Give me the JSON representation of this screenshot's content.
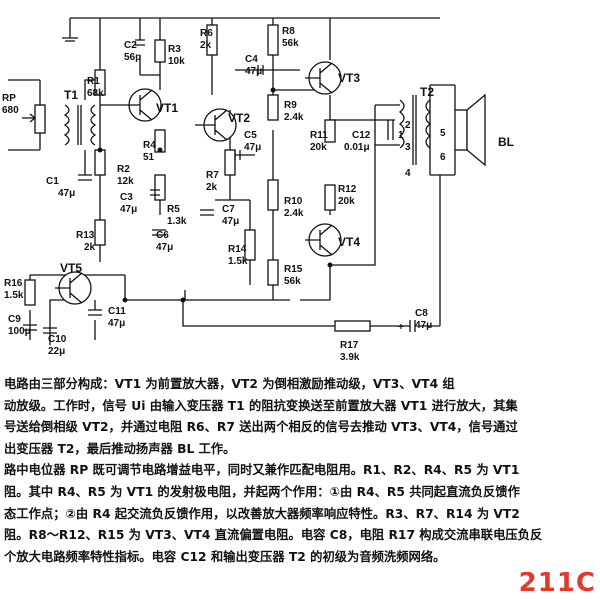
{
  "diagram": {
    "labels": {
      "rp": "RP",
      "rp_val": "680",
      "t1": "T1",
      "t2": "T2",
      "r1": "R1",
      "r1_val": "68k",
      "r2": "R2",
      "r2_val": "12k",
      "r3": "R3",
      "r3_val": "10k",
      "r4": "R4",
      "r4_val": "51",
      "r5": "R5",
      "r5_val": "1.3k",
      "r6": "R6",
      "r6_val": "2k",
      "r7": "R7",
      "r7_val": "2k",
      "r8": "R8",
      "r8_val": "56k",
      "r9": "R9",
      "r9_val": "2.4k",
      "r10": "R10",
      "r10_val": "2.4k",
      "r11": "R11",
      "r11_val": "20k",
      "r12": "R12",
      "r12_val": "20k",
      "r13": "R13",
      "r13_val": "2k",
      "r14": "R14",
      "r14_val": "1.5k",
      "r15": "R15",
      "r15_val": "56k",
      "r16": "R16",
      "r16_val": "1.5k",
      "r17": "R17",
      "r17_val": "3.9k",
      "c1": "C1",
      "c1_val": "47μ",
      "c2": "C2",
      "c2_val": "56p",
      "c3": "C3",
      "c3_val": "47μ",
      "c4": "C4",
      "c4_val": "47μ",
      "c5": "C5",
      "c5_val": "47μ",
      "c6": "C6",
      "c6_val": "47μ",
      "c7": "C7",
      "c7_val": "47μ",
      "c8": "C8",
      "c8_val": "47μ",
      "c9": "C9",
      "c9_val": "100μ",
      "c10": "C10",
      "c10_val": "22μ",
      "c11": "C11",
      "c11_val": "47μ",
      "c12": "C12",
      "c12_val": "0.01μ",
      "vt1": "VT1",
      "vt2": "VT2",
      "vt3": "VT3",
      "vt4": "VT4",
      "vt5": "VT5",
      "bl": "BL",
      "pin1": "1",
      "pin2": "2",
      "pin3": "3",
      "pin4": "4",
      "pin5": "5",
      "pin6": "6",
      "plus": "+"
    }
  },
  "description": {
    "lines": [
      "电路由三部分构成：VT1 为前置放大器，VT2 为倒相激励推动级，VT3、VT4 组",
      "动放级。工作时，信号 Ui 由输入变压器 T1 的阻抗变换送至前置放大器 VT1 进行放大，其集",
      "号送给倒相级 VT2，并通过电阻 R6、R7 送出两个相反的信号去推动 VT3、VT4，信号通过",
      "出变压器 T2，最后推动扬声器 BL 工作。",
      "路中电位器 RP 既可调节电路增益电平，同时又兼作匹配电阻用。R1、R2、R4、R5 为 VT1",
      "阻。其中 R4、R5 为 VT1 的发射极电阻，并起两个作用：①由 R4、R5 共同起直流负反馈作",
      "态工作点；②由 R4 起交流负反馈作用，以改善放大器频率响应特性。R3、R7、R14 为 VT2",
      "阻。R8～R12、R15 为 VT3、VT4 直流偏置电阻。电容 C8，电阻 R17 构成交流串联电压负反",
      "个放大电路频率特性指标。电容 C12 和输出变压器 T2 的初级为音频洗频网络。"
    ]
  },
  "watermark": "211C"
}
